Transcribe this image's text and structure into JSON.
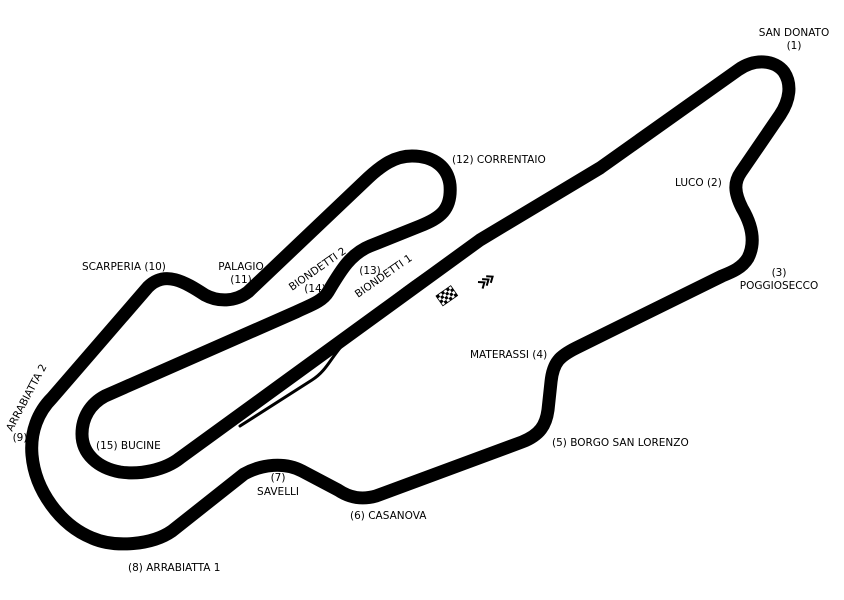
{
  "map": {
    "track_color": "#000000",
    "background_color": "#ffffff",
    "start_finish_icon": "checkered-flag-icon",
    "direction_icon": "direction-chevrons-icon",
    "corners": {
      "san_donato": {
        "name": "SAN DONATO",
        "number": "(1)"
      },
      "luco": "LUCO (2)",
      "poggiosecco": {
        "number": "(3)",
        "name": "POGGIOSECCO"
      },
      "materassi": "MATERASSI (4)",
      "borgo_san_lorenzo": "(5) BORGO SAN LORENZO",
      "casanova": "(6) CASANOVA",
      "savelli": {
        "number": "(7)",
        "name": "SAVELLI"
      },
      "arrabiatta_1": "(8) ARRABIATTA 1",
      "arrabiatta_2": {
        "name": "ARRABIATTA 2",
        "number": "(9)"
      },
      "scarperia": "SCARPERIA (10)",
      "palagio": {
        "name": "PALAGIO",
        "number": "(11)"
      },
      "correntaio": "(12) CORRENTAIO",
      "biondetti_1": {
        "number": "(13)",
        "name": "BIONDETTI 1"
      },
      "biondetti_2": {
        "name": "BIONDETTI 2",
        "number": "(14)"
      },
      "bucine": "(15) BUCINE"
    }
  }
}
